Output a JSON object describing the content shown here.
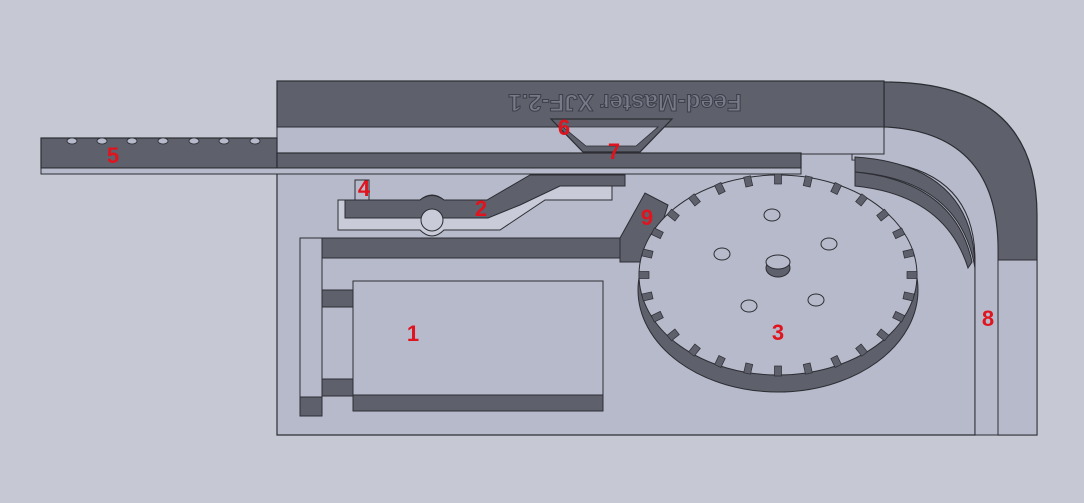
{
  "model": {
    "engraving": "Feed-Master XJF-2.1"
  },
  "part_labels": {
    "l1": "1",
    "l2": "2",
    "l3": "3",
    "l4": "4",
    "l5": "5",
    "l6": "6",
    "l7": "7",
    "l8": "8",
    "l9": "9"
  },
  "colors": {
    "background": "#c6c9d4",
    "face_light": "#b7bacb",
    "face_dark": "#5e606b",
    "edge": "#2c2d33",
    "label": "#e0141e"
  },
  "icons": {
    "rotor": "slotted-disk-icon"
  }
}
